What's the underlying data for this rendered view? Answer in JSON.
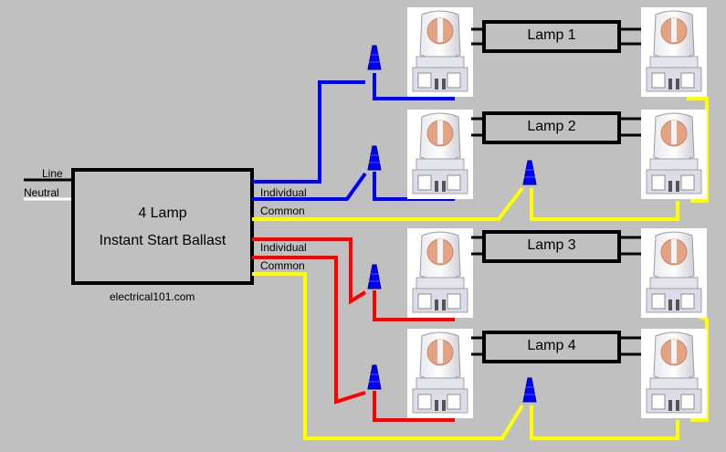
{
  "ballast": {
    "title": "4 Lamp",
    "subtitle": "Instant Start Ballast"
  },
  "supply": {
    "line": "Line",
    "neutral": "Neutral"
  },
  "outputs": {
    "blue_individual": "Individual",
    "blue_common": "Common",
    "red_individual": "Individual",
    "red_common": "Common"
  },
  "lamps": [
    "Lamp 1",
    "Lamp 2",
    "Lamp 3",
    "Lamp 4"
  ],
  "credit": "electrical101.com",
  "colors": {
    "background": "#c0c0c0",
    "blue_wire": "#0000ff",
    "red_wire": "#ff0000",
    "yellow_wire": "#ffff00",
    "wire_nut": "#0000ff",
    "line_wire": "#000000",
    "neutral_wire": "#ffffff"
  }
}
